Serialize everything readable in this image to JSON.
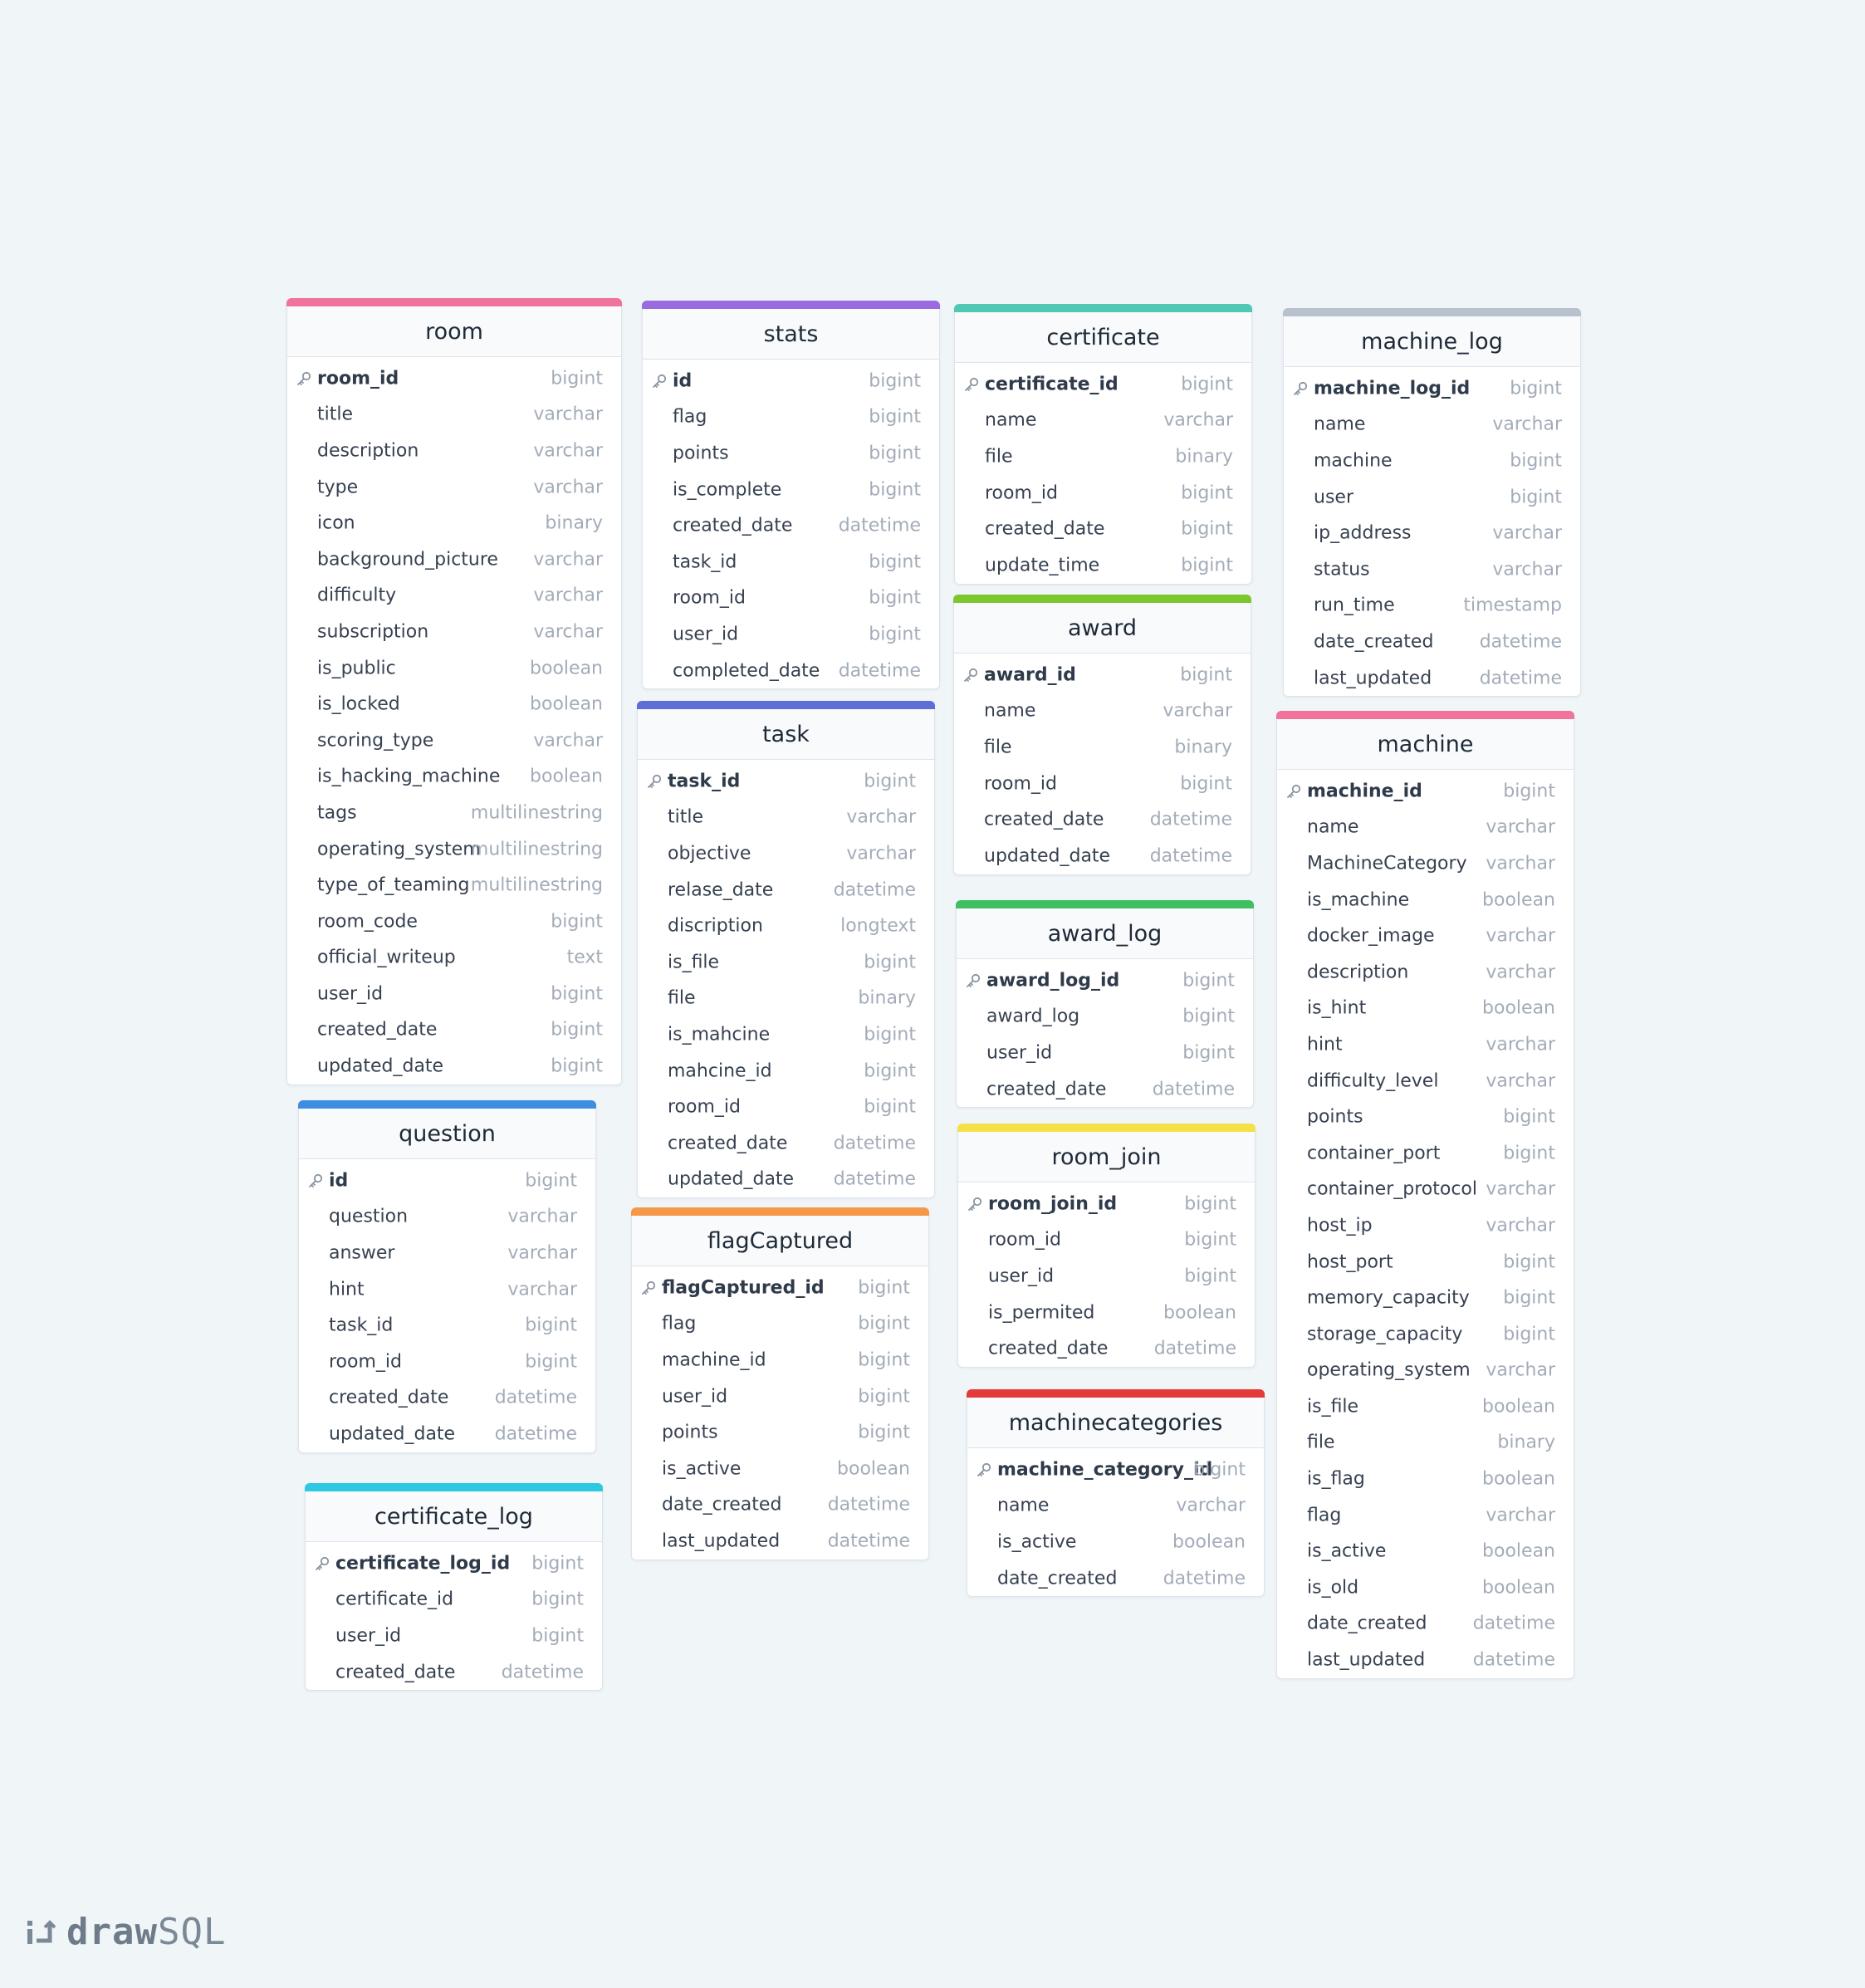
{
  "canvas": {
    "branding": {
      "left": "draw",
      "right": "SQL"
    }
  },
  "tables": [
    {
      "name": "room",
      "accent": "#f0739b",
      "columns": [
        {
          "name": "room_id",
          "type": "bigint",
          "pk": true
        },
        {
          "name": "title",
          "type": "varchar"
        },
        {
          "name": "description",
          "type": "varchar"
        },
        {
          "name": "type",
          "type": "varchar"
        },
        {
          "name": "icon",
          "type": "binary"
        },
        {
          "name": "background_picture",
          "type": "varchar"
        },
        {
          "name": "difficulty",
          "type": "varchar"
        },
        {
          "name": "subscription",
          "type": "varchar"
        },
        {
          "name": "is_public",
          "type": "boolean"
        },
        {
          "name": "is_locked",
          "type": "boolean"
        },
        {
          "name": "scoring_type",
          "type": "varchar"
        },
        {
          "name": "is_hacking_machine",
          "type": "boolean"
        },
        {
          "name": "tags",
          "type": "multilinestring"
        },
        {
          "name": "operating_system",
          "type": "multilinestring"
        },
        {
          "name": "type_of_teaming",
          "type": "multilinestring"
        },
        {
          "name": "room_code",
          "type": "bigint"
        },
        {
          "name": "official_writeup",
          "type": "text"
        },
        {
          "name": "user_id",
          "type": "bigint"
        },
        {
          "name": "created_date",
          "type": "bigint"
        },
        {
          "name": "updated_date",
          "type": "bigint"
        }
      ]
    },
    {
      "name": "stats",
      "accent": "#9a6ae0",
      "columns": [
        {
          "name": "id",
          "type": "bigint",
          "pk": true
        },
        {
          "name": "flag",
          "type": "bigint"
        },
        {
          "name": "points",
          "type": "bigint"
        },
        {
          "name": "is_complete",
          "type": "bigint"
        },
        {
          "name": "created_date",
          "type": "datetime"
        },
        {
          "name": "task_id",
          "type": "bigint"
        },
        {
          "name": "room_id",
          "type": "bigint"
        },
        {
          "name": "user_id",
          "type": "bigint"
        },
        {
          "name": "completed_date",
          "type": "datetime"
        }
      ]
    },
    {
      "name": "certificate",
      "accent": "#4fc8b5",
      "columns": [
        {
          "name": "certificate_id",
          "type": "bigint",
          "pk": true
        },
        {
          "name": "name",
          "type": "varchar"
        },
        {
          "name": "file",
          "type": "binary"
        },
        {
          "name": "room_id",
          "type": "bigint"
        },
        {
          "name": "created_date",
          "type": "bigint"
        },
        {
          "name": "update_time",
          "type": "bigint"
        }
      ]
    },
    {
      "name": "machine_log",
      "accent": "#b7c2cc",
      "columns": [
        {
          "name": "machine_log_id",
          "type": "bigint",
          "pk": true
        },
        {
          "name": "name",
          "type": "varchar"
        },
        {
          "name": "machine",
          "type": "bigint"
        },
        {
          "name": "user",
          "type": "bigint"
        },
        {
          "name": "ip_address",
          "type": "varchar"
        },
        {
          "name": "status",
          "type": "varchar"
        },
        {
          "name": "run_time",
          "type": "timestamp"
        },
        {
          "name": "date_created",
          "type": "datetime"
        },
        {
          "name": "last_updated",
          "type": "datetime"
        }
      ]
    },
    {
      "name": "award",
      "accent": "#7dc62e",
      "columns": [
        {
          "name": "award_id",
          "type": "bigint",
          "pk": true
        },
        {
          "name": "name",
          "type": "varchar"
        },
        {
          "name": "file",
          "type": "binary"
        },
        {
          "name": "room_id",
          "type": "bigint"
        },
        {
          "name": "created_date",
          "type": "datetime"
        },
        {
          "name": "updated_date",
          "type": "datetime"
        }
      ]
    },
    {
      "name": "task",
      "accent": "#5d6fd6",
      "columns": [
        {
          "name": "task_id",
          "type": "bigint",
          "pk": true
        },
        {
          "name": "title",
          "type": "varchar"
        },
        {
          "name": "objective",
          "type": "varchar"
        },
        {
          "name": "relase_date",
          "type": "datetime"
        },
        {
          "name": "discription",
          "type": "longtext"
        },
        {
          "name": "is_file",
          "type": "bigint"
        },
        {
          "name": "file",
          "type": "binary"
        },
        {
          "name": "is_mahcine",
          "type": "bigint"
        },
        {
          "name": "mahcine_id",
          "type": "bigint"
        },
        {
          "name": "room_id",
          "type": "bigint"
        },
        {
          "name": "created_date",
          "type": "datetime"
        },
        {
          "name": "updated_date",
          "type": "datetime"
        }
      ]
    },
    {
      "name": "machine",
      "accent": "#f0739b",
      "columns": [
        {
          "name": "machine_id",
          "type": "bigint",
          "pk": true
        },
        {
          "name": "name",
          "type": "varchar"
        },
        {
          "name": "MachineCategory",
          "type": "varchar"
        },
        {
          "name": "is_machine",
          "type": "boolean"
        },
        {
          "name": "docker_image",
          "type": "varchar"
        },
        {
          "name": "description",
          "type": "varchar"
        },
        {
          "name": "is_hint",
          "type": "boolean"
        },
        {
          "name": "hint",
          "type": "varchar"
        },
        {
          "name": "difficulty_level",
          "type": "varchar"
        },
        {
          "name": "points",
          "type": "bigint"
        },
        {
          "name": "container_port",
          "type": "bigint"
        },
        {
          "name": "container_protocol",
          "type": "varchar"
        },
        {
          "name": "host_ip",
          "type": "varchar"
        },
        {
          "name": "host_port",
          "type": "bigint"
        },
        {
          "name": "memory_capacity",
          "type": "bigint"
        },
        {
          "name": "storage_capacity",
          "type": "bigint"
        },
        {
          "name": "operating_system",
          "type": "varchar"
        },
        {
          "name": "is_file",
          "type": "boolean"
        },
        {
          "name": "file",
          "type": "binary"
        },
        {
          "name": "is_flag",
          "type": "boolean"
        },
        {
          "name": "flag",
          "type": "varchar"
        },
        {
          "name": "is_active",
          "type": "boolean"
        },
        {
          "name": "is_old",
          "type": "boolean"
        },
        {
          "name": "date_created",
          "type": "datetime"
        },
        {
          "name": "last_updated",
          "type": "datetime"
        }
      ]
    },
    {
      "name": "award_log",
      "accent": "#3fbf63",
      "columns": [
        {
          "name": "award_log_id",
          "type": "bigint",
          "pk": true
        },
        {
          "name": "award_log",
          "type": "bigint"
        },
        {
          "name": "user_id",
          "type": "bigint"
        },
        {
          "name": "created_date",
          "type": "datetime"
        }
      ]
    },
    {
      "name": "question",
      "accent": "#3e8ee0",
      "columns": [
        {
          "name": "id",
          "type": "bigint",
          "pk": true
        },
        {
          "name": "question",
          "type": "varchar"
        },
        {
          "name": "answer",
          "type": "varchar"
        },
        {
          "name": "hint",
          "type": "varchar"
        },
        {
          "name": "task_id",
          "type": "bigint"
        },
        {
          "name": "room_id",
          "type": "bigint"
        },
        {
          "name": "created_date",
          "type": "datetime"
        },
        {
          "name": "updated_date",
          "type": "datetime"
        }
      ]
    },
    {
      "name": "room_join",
      "accent": "#f5e048",
      "columns": [
        {
          "name": "room_join_id",
          "type": "bigint",
          "pk": true
        },
        {
          "name": "room_id",
          "type": "bigint"
        },
        {
          "name": "user_id",
          "type": "bigint"
        },
        {
          "name": "is_permited",
          "type": "boolean"
        },
        {
          "name": "created_date",
          "type": "datetime"
        }
      ]
    },
    {
      "name": "flagCaptured",
      "accent": "#f5984a",
      "columns": [
        {
          "name": "flagCaptured_id",
          "type": "bigint",
          "pk": true
        },
        {
          "name": "flag",
          "type": "bigint"
        },
        {
          "name": "machine_id",
          "type": "bigint"
        },
        {
          "name": "user_id",
          "type": "bigint"
        },
        {
          "name": "points",
          "type": "bigint"
        },
        {
          "name": "is_active",
          "type": "boolean"
        },
        {
          "name": "date_created",
          "type": "datetime"
        },
        {
          "name": "last_updated",
          "type": "datetime"
        }
      ]
    },
    {
      "name": "machinecategories",
      "accent": "#e33a3a",
      "columns": [
        {
          "name": "machine_category_id",
          "type": "bigint",
          "pk": true
        },
        {
          "name": "name",
          "type": "varchar"
        },
        {
          "name": "is_active",
          "type": "boolean"
        },
        {
          "name": "date_created",
          "type": "datetime"
        }
      ]
    },
    {
      "name": "certificate_log",
      "accent": "#2cc9e0",
      "columns": [
        {
          "name": "certificate_log_id",
          "type": "bigint",
          "pk": true
        },
        {
          "name": "certificate_id",
          "type": "bigint"
        },
        {
          "name": "user_id",
          "type": "bigint"
        },
        {
          "name": "created_date",
          "type": "datetime"
        }
      ]
    }
  ]
}
